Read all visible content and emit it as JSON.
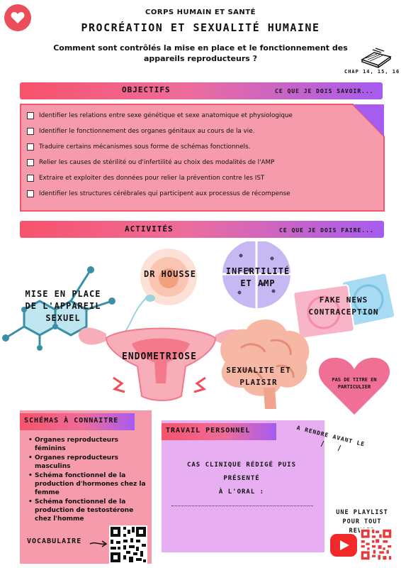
{
  "header": {
    "subject": "CORPS HUMAIN ET SANTÉ",
    "title": "PROCRÉATION ET SEXUALITÉ HUMAINE",
    "question_line1": "Comment sont contrôlés la mise en place et le fonctionnement des",
    "question_line2": "appareils reproducteurs ?",
    "chapters": "CHAP 14, 15, 16"
  },
  "objectives": {
    "title": "OBJECTIFS",
    "subtitle": "CE QUE JE DOIS SAVOIR...",
    "items": [
      "Identifier les relations entre sexe génétique et sexe anatomique et physiologique",
      "Identifier le fonctionnement des organes génitaux au cours de la vie.",
      "Traduire certains mécanismes sous forme de schémas fonctionnels.",
      "Relier les causes de stérilité ou d'infertilité au choix des modalités de l'AMP",
      "Extraire et exploiter des données pour relier la prévention contre les IST",
      "Identifier les structures cérébrales qui participent aux processus de récompense"
    ]
  },
  "activities": {
    "title": "ACTIVITÉS",
    "subtitle": "CE QUE JE DOIS FAIRE...",
    "mise_en_place_1": "MISE EN PLACE",
    "mise_en_place_2": "DE L'APPAREIL",
    "mise_en_place_3": "SEXUEL",
    "dr_housse": "DR HOUSSE",
    "infertilite_1": "INFERTILITÉ",
    "infertilite_2": "ET AMP",
    "fake_news_1": "FAKE NEWS",
    "fake_news_2": "CONTRACEPTION",
    "endometriose": "ENDOMETRIOSE",
    "sexualite_1": "SEXUALITE ET",
    "sexualite_2": "PLAISIR",
    "heart_1": "PAS DE TITRE EN",
    "heart_2": "PARTICULIER"
  },
  "schemas": {
    "title": "SCHÉMAS À CONNAITRE",
    "items": [
      "Organes reproducteurs féminins",
      "Organes reproducteurs masculins",
      "Schéma fonctionnel de la production d'hormones chez la femme",
      "Schéma fonctionnel de la production de testostérone chez l'homme"
    ],
    "vocab": "VOCABULAIRE"
  },
  "travail": {
    "title": "TRAVAIL PERSONNEL",
    "line1": "CAS CLINIQUE RÉDIGÉ PUIS PRÉSENTÉ",
    "line2": "À L'ORAL :",
    "deadline": "A RENDRE AVANT LE",
    "slash": "/"
  },
  "playlist": {
    "line1": "UNE PLAYLIST",
    "line2": "POUR TOUT REVOIR"
  },
  "colors": {
    "coral": "#f7536b",
    "pink": "#f59bab",
    "purple": "#a55cf0",
    "lilac": "#e8aef2",
    "heart_pink": "#f06f95",
    "red_badge": "#ec4d5b"
  }
}
